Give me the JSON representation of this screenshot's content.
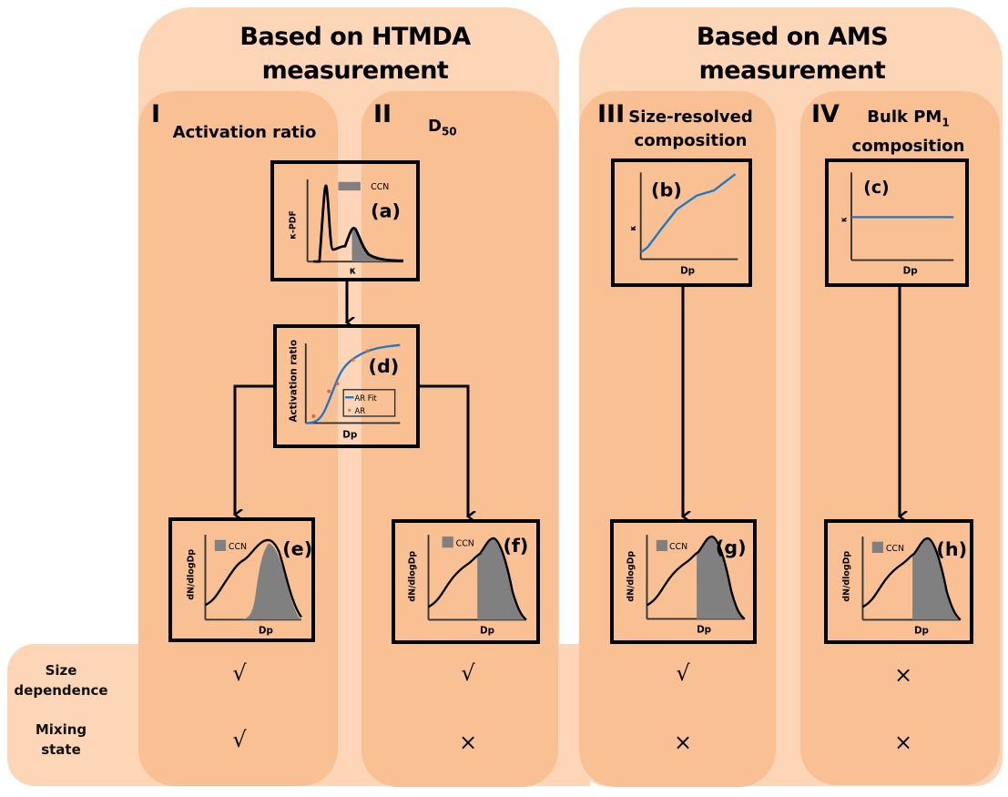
{
  "groups": [
    {
      "title_line1": "Based on HTMDA",
      "title_line2": "measurement"
    },
    {
      "title_line1": "Based on AMS",
      "title_line2": "measurement"
    }
  ],
  "columns": [
    {
      "numeral": "I",
      "title_line1": "Activation ratio",
      "title_line2": ""
    },
    {
      "numeral": "II",
      "title_main": "D",
      "title_sub": "50"
    },
    {
      "numeral": "III",
      "title_line1": "Size-resolved",
      "title_line2": "composition"
    },
    {
      "numeral": "IV",
      "title_line1_main": "Bulk PM",
      "title_line1_sub": "1",
      "title_line2": "composition"
    }
  ],
  "panels": {
    "a": {
      "label": "(a)",
      "ylabel": "κ-PDF",
      "xlabel": "κ",
      "legend": "CCN"
    },
    "b": {
      "label": "(b)",
      "ylabel": "κ",
      "xlabel": "Dp"
    },
    "c": {
      "label": "(c)",
      "ylabel": "κ",
      "xlabel": "Dp"
    },
    "d": {
      "label": "(d)",
      "ylabel": "Activation ratio",
      "xlabel": "Dp",
      "legend_fit": "AR Fit",
      "legend_points": "AR"
    },
    "e": {
      "label": "(e)",
      "ylabel": "dN/dlogDp",
      "xlabel": "Dp",
      "legend": "CCN"
    },
    "f": {
      "label": "(f)",
      "ylabel": "dN/dlogDp",
      "xlabel": "Dp",
      "legend": "CCN"
    },
    "g": {
      "label": "(g)",
      "ylabel": "dN/dlogDp",
      "xlabel": "Dp",
      "legend": "CCN"
    },
    "h": {
      "label": "(h)",
      "ylabel": "dN/dlogDp",
      "xlabel": "Dp",
      "legend": "CCN"
    }
  },
  "rows": [
    {
      "label_line1": "Size",
      "label_line2": "dependence",
      "values": [
        "√",
        "√",
        "√",
        "×"
      ]
    },
    {
      "label_line1": "Mixing",
      "label_line2": "state",
      "values": [
        "√",
        "×",
        "×",
        "×"
      ]
    }
  ],
  "colors": {
    "outer_panel": "#fcd6b6",
    "column_panel": "#f9c193",
    "curve_blue": "#1f77c8",
    "ccn_gray": "#808080",
    "ar_points": "#e8602c"
  }
}
